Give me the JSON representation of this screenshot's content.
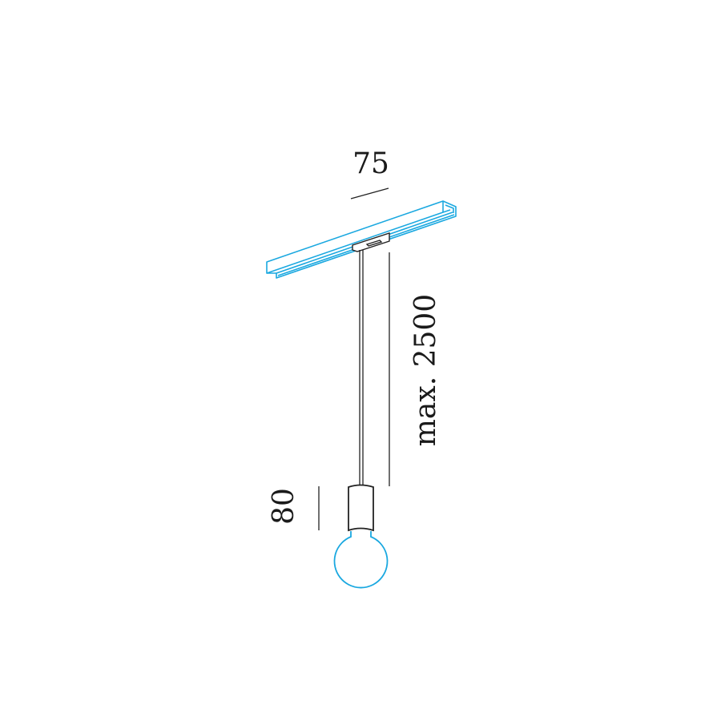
{
  "dimensions": {
    "width_label": "75",
    "cord_length_label": "max. 2500",
    "socket_height_label": "80"
  },
  "colors": {
    "track": "#1aa8e0",
    "bulb": "#1aa8e0",
    "line": "#222222"
  }
}
